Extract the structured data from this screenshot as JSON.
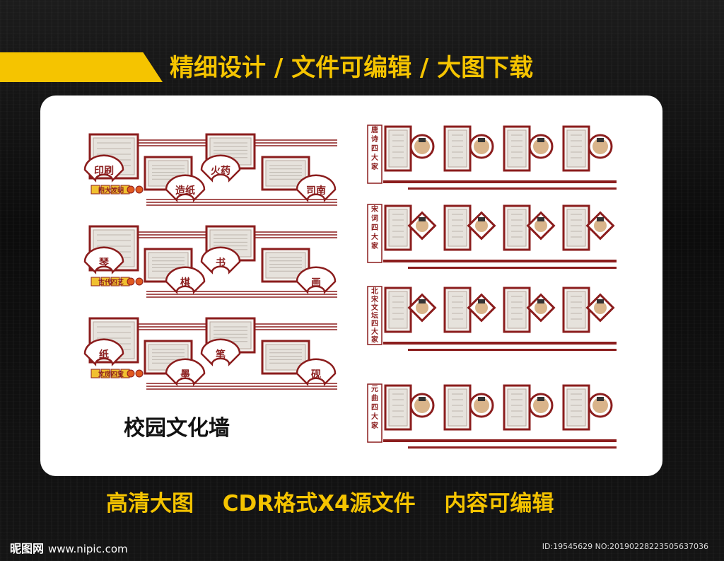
{
  "header": {
    "headline": "精细设计 / 文件可编辑 / 大图下载"
  },
  "panel": {
    "wall_title": "校园文化墙",
    "left_walls": [
      {
        "fan_labels": [
          "印刷",
          "造纸",
          "火药",
          "司南"
        ],
        "footer": "四大发明"
      },
      {
        "fan_labels": [
          "琴",
          "棋",
          "书",
          "画"
        ],
        "footer": "古代四艺"
      },
      {
        "fan_labels": [
          "纸",
          "墨",
          "笔",
          "砚"
        ],
        "footer": "文房四宝"
      }
    ],
    "right_walls": [
      {
        "vertical_title": "唐诗四大家",
        "medallion": "circle"
      },
      {
        "vertical_title": "宋词四大家",
        "medallion": "diamond"
      },
      {
        "vertical_title": "北宋文坛四大家",
        "medallion": "diamond"
      },
      {
        "vertical_title": "元曲四大家",
        "medallion": "circle"
      }
    ]
  },
  "footer": {
    "features": [
      "高清大图",
      "CDR格式X4源文件",
      "内容可编辑"
    ],
    "logo": "昵图网",
    "site": "www.nipic.com",
    "photo_id": "ID:19545629 NO:20190228223505637036"
  },
  "colors": {
    "accent": "#f5c400",
    "maroon": "#8b1d1d",
    "panel": "#ffffff",
    "background": "#111111"
  }
}
